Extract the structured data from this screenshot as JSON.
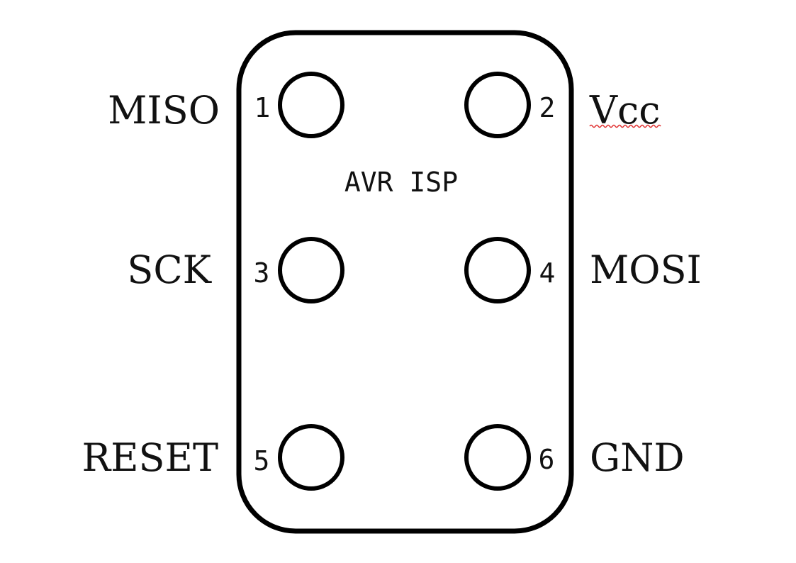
{
  "header": {
    "title": "AVR ISP"
  },
  "pins": [
    {
      "number": "1",
      "signal": "MISO"
    },
    {
      "number": "2",
      "signal": "Vcc"
    },
    {
      "number": "3",
      "signal": "SCK"
    },
    {
      "number": "4",
      "signal": "MOSI"
    },
    {
      "number": "5",
      "signal": "RESET"
    },
    {
      "number": "6",
      "signal": "GND"
    }
  ],
  "colors": {
    "stroke": "#000000",
    "text": "#111111",
    "spellcheck_underline": "#e03030"
  }
}
